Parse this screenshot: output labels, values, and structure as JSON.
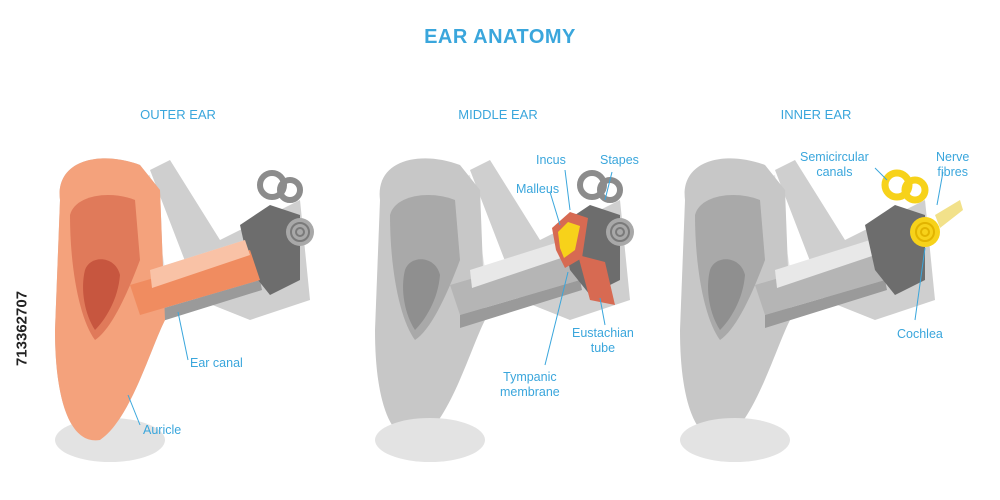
{
  "colors": {
    "accent": "#3aa6dc",
    "gray_light": "#d9d9d9",
    "gray_mid": "#bdbdbd",
    "gray_dark": "#9e9e9e",
    "skin": "#f4a27c",
    "skin_dark": "#e07a5a",
    "highlight_yellow": "#f7d21a",
    "tube_red": "#d76a52"
  },
  "diagram": {
    "title": "EAR ANATOMY",
    "panels": {
      "outer": {
        "title": "OUTER EAR",
        "labels": {
          "ear_canal": "Ear canal",
          "auricle": "Auricle"
        }
      },
      "middle": {
        "title": "MIDDLE EAR",
        "labels": {
          "incus": "Incus",
          "stapes": "Stapes",
          "malleus": "Malleus",
          "eustachian_line1": "Eustachian",
          "eustachian_line2": "tube",
          "tympanic_line1": "Tympanic",
          "tympanic_line2": "membrane"
        }
      },
      "inner": {
        "title": "INNER EAR",
        "labels": {
          "semicircular_line1": "Semicircular",
          "semicircular_line2": "canals",
          "nerve_line1": "Nerve",
          "nerve_line2": "fibres",
          "cochlea": "Cochlea"
        }
      }
    }
  },
  "stock_id": "713362707"
}
